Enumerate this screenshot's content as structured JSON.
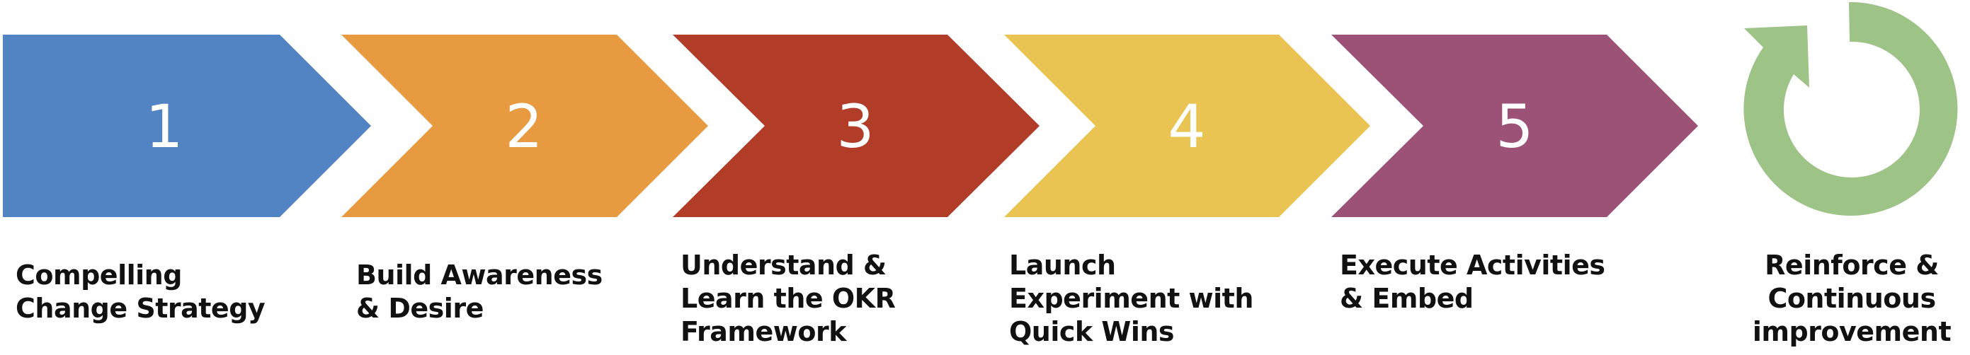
{
  "steps": [
    {
      "number": "1",
      "label": "Compelling\nChange Strategy",
      "color": "#5283C2"
    },
    {
      "number": "2",
      "label": "Build Awareness\n& Desire",
      "color": "#E89A40"
    },
    {
      "number": "3",
      "label": "Understand &\nLearn the OKR\nFramework",
      "color": "#B13C28"
    },
    {
      "number": "4",
      "label": "Launch\nExperiment with\nQuick Wins",
      "color": "#E9C452"
    },
    {
      "number": "5",
      "label": "Execute Activities\n& Embed",
      "color": "#9B5276"
    }
  ],
  "final": {
    "label": "Reinforce &\nContinuous\nimprovement",
    "icon": "cycle-arrow-icon",
    "color": "#9DC386"
  }
}
